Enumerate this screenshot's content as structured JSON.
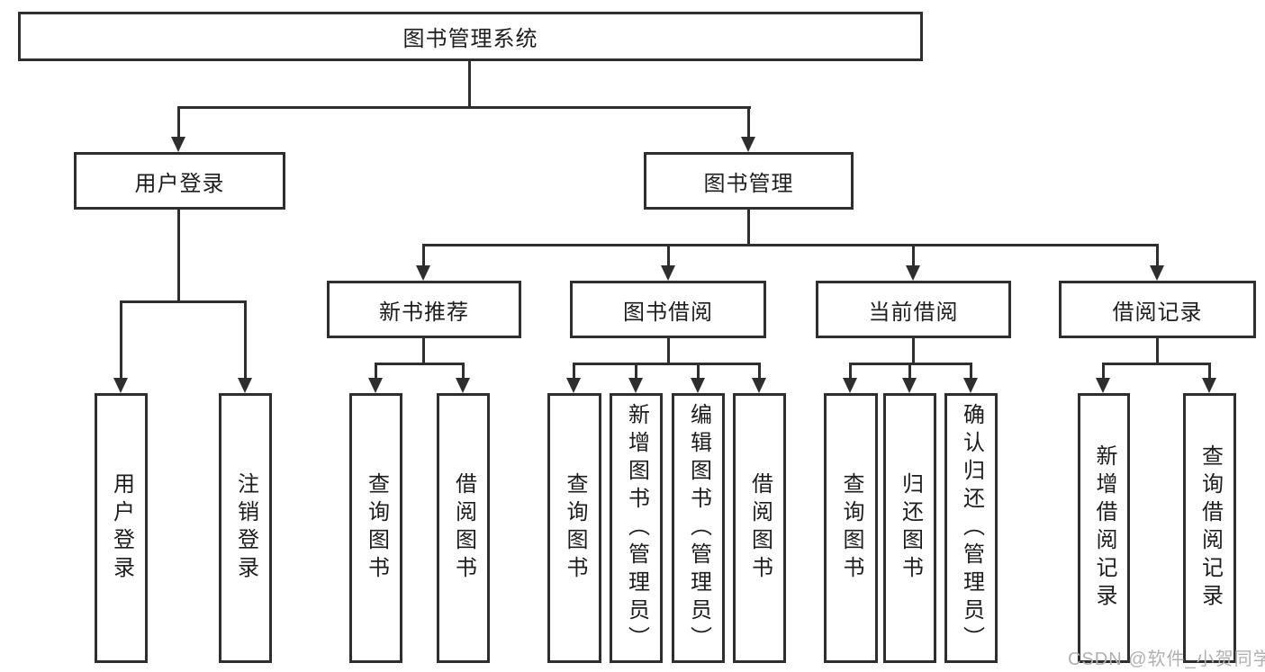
{
  "colors": {
    "line": "#2e2e2e",
    "box_border": "#2e2e2e",
    "box_background": "#ffffff",
    "text": "#1d1d1d",
    "watermark": "#b0b0b0",
    "page_background": "#ffffff"
  },
  "watermark": "CSDN @软件_小贺同学",
  "tree": {
    "label": "图书管理系统",
    "children": [
      {
        "label": "用户登录",
        "children": [
          {
            "label": "用户登录"
          },
          {
            "label": "注销登录"
          }
        ]
      },
      {
        "label": "图书管理",
        "children": [
          {
            "label": "新书推荐",
            "children": [
              {
                "label": "查询图书"
              },
              {
                "label": "借阅图书"
              }
            ]
          },
          {
            "label": "图书借阅",
            "children": [
              {
                "label": "查询图书"
              },
              {
                "label": "新增图书（管理员）"
              },
              {
                "label": "编辑图书（管理员）"
              },
              {
                "label": "借阅图书"
              }
            ]
          },
          {
            "label": "当前借阅",
            "children": [
              {
                "label": "查询图书"
              },
              {
                "label": "归还图书"
              },
              {
                "label": "确认归还（管理员）"
              }
            ]
          },
          {
            "label": "借阅记录",
            "children": [
              {
                "label": "新增借阅记录"
              },
              {
                "label": "查询借阅记录"
              }
            ]
          }
        ]
      }
    ]
  }
}
